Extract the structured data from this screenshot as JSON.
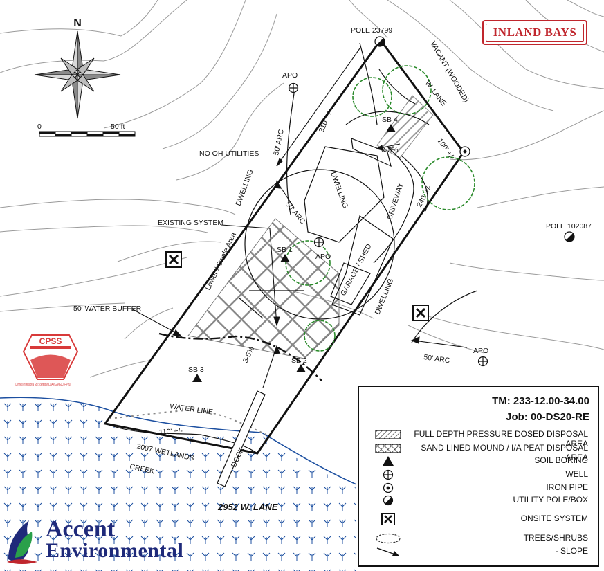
{
  "north": {
    "letter": "N"
  },
  "scale": {
    "start": "0",
    "end": "50 ft"
  },
  "brand_badge": {
    "text": "INLAND BAYS",
    "color": "#c0262d"
  },
  "cpss_seal": {
    "title": "CPSS",
    "text": "Certified Professional Soil Scientist WILLIAM GANGLOFF PHD"
  },
  "labels": {
    "pole_top": "POLE 23799",
    "pole_right": "POLE 102087",
    "vacant": "VACANT (WOODED)",
    "w_lane_top": "W. LANE",
    "apo_top": "APO",
    "apo_center": "APO",
    "apo_right": "APO",
    "arc_50_left": "50' ARC",
    "arc_50_center": "50' ARC",
    "arc_50_right": "50' ARC",
    "dim_310": "310' +/-",
    "dim_100": "100' +/-",
    "dim_240": "240' +/-",
    "dim_110": "110' +/-",
    "slope_top": "2-3%",
    "slope_bottom": "3-5%",
    "no_oh": "NO OH UTILITIES",
    "dwelling_left": "DWELLING",
    "dwelling_center": "DWELLING",
    "dwelling_right": "DWELLING",
    "driveway": "DRIVEWAY",
    "garage": "GARAGE / SHED",
    "existing_system": "EXISTING SYSTEM",
    "lower_swale": "Lower / Swale Area",
    "water_buffer": "50' WATER BUFFER",
    "sb1": "SB 1",
    "sb2": "SB 2",
    "sb3": "SB 3",
    "sb4": "SB 4",
    "water_line": "WATER LINE",
    "wetlands": "2007 WETLANDS",
    "creek": "CREEK",
    "dock": "DOCK",
    "address": "2952 W. LANE"
  },
  "legend": {
    "tm": "TM: 233-12.00-34.00",
    "job": "Job: 00-DS20-RE",
    "items": [
      {
        "symbol": "hatch-diagonal-icon",
        "label": "FULL DEPTH PRESSURE DOSED DISPOSAL AREA"
      },
      {
        "symbol": "hatch-cross-icon",
        "label": "SAND LINED MOUND / I/A PEAT DISPOSAL AREA"
      },
      {
        "symbol": "triangle-icon",
        "label": "SOIL BORING"
      },
      {
        "symbol": "well-icon",
        "label": "WELL"
      },
      {
        "symbol": "iron-pipe-icon",
        "label": "IRON PIPE"
      },
      {
        "symbol": "utility-pole-icon",
        "label": "UTILITY POLE/BOX"
      },
      {
        "symbol": "onsite-system-icon",
        "label": "ONSITE SYSTEM"
      },
      {
        "symbol": "tree-outline-icon",
        "label": "TREES/SHRUBS"
      },
      {
        "symbol": "slope-arrow-icon",
        "label": "- SLOPE"
      }
    ]
  },
  "company": {
    "line1": "Accent",
    "line2": "Environmental",
    "color": "#1f2a7a"
  },
  "colors": {
    "water": "#1c4fa0",
    "trees": "#2a8a2a",
    "hatch": "#777777",
    "contour": "#9a9a9a"
  }
}
